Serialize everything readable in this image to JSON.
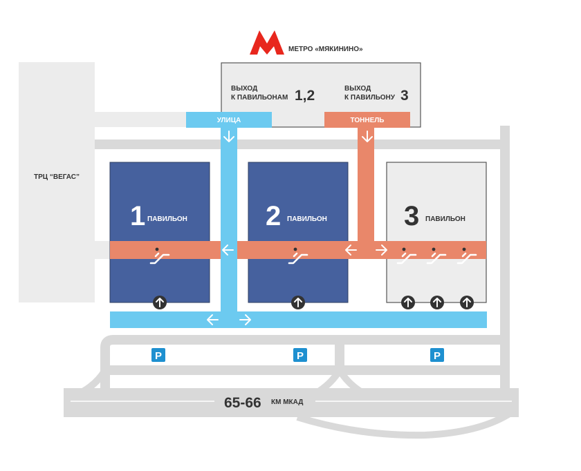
{
  "colors": {
    "metro_red": "#e8271d",
    "pavilion_blue": "#46619e",
    "street_blue": "#6ccaf0",
    "tunnel_orange": "#e9876a",
    "gray_area": "#ececec",
    "road_gray": "#d9d9d9",
    "pavilion3_fill": "#ededed",
    "parking_blue": "#1e90d0",
    "text_dark": "#333333"
  },
  "metro": {
    "logo": "metro-m-logo",
    "label": "МЕТРО «МЯКИНИНО»"
  },
  "exits": {
    "exit_12": {
      "line1": "ВЫХОД",
      "line2": "К ПАВИЛЬОНАМ",
      "number": "1,2"
    },
    "exit_3": {
      "line1": "ВЫХОД",
      "line2": "К ПАВИЛЬОНУ",
      "number": "3"
    }
  },
  "routes": {
    "street_label": "УЛИЦА",
    "tunnel_label": "ТОННЕЛЬ"
  },
  "mall": {
    "label": "ТРЦ “ВЕГАС”"
  },
  "pavilions": [
    {
      "number": "1",
      "label": "ПАВИЛЬОН"
    },
    {
      "number": "2",
      "label": "ПАВИЛЬОН"
    },
    {
      "number": "3",
      "label": "ПАВИЛЬОН"
    }
  ],
  "parking": {
    "label": "P",
    "count": 3
  },
  "highway": {
    "number": "65-66",
    "suffix": "КМ МКАД"
  },
  "icons": [
    "escalator-icon",
    "entrance-arrow-icon",
    "direction-arrow-icon",
    "parking-icon"
  ]
}
